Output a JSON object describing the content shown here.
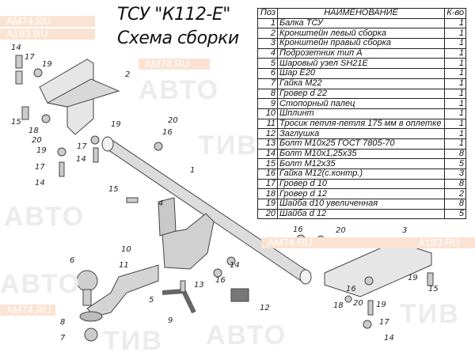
{
  "title_line1": "ТСУ \"К112-Е\"",
  "title_line2": "Схема сборки",
  "watermarks": {
    "brand_left": "АВТО",
    "brand_right": "ТИВ",
    "site1": "AM74.RU",
    "site2": "A193.RU"
  },
  "table": {
    "headers": [
      "Поз",
      "НАИМЕНОВАНИЕ",
      "К-во"
    ],
    "rows": [
      [
        "1",
        "Балка ТСУ",
        "1"
      ],
      [
        "2",
        "Кронштейн левый сборка",
        "1"
      ],
      [
        "3",
        "Кронштейн правый сборка",
        "1"
      ],
      [
        "4",
        "Подрозетник тип А",
        "1"
      ],
      [
        "5",
        "Шаровый узел SH21E",
        "1"
      ],
      [
        "6",
        "Шар Е20",
        "1"
      ],
      [
        "7",
        "Гайка М22",
        "1"
      ],
      [
        "8",
        "Гровер d 22",
        "1"
      ],
      [
        "9",
        "Стопорный палец",
        "1"
      ],
      [
        "10",
        "Шплинт",
        "1"
      ],
      [
        "11",
        "Тросик петля-петля 175 мм в оплетке",
        "1"
      ],
      [
        "12",
        "Заглушка",
        "1"
      ],
      [
        "13",
        "Болт М10х25 ГОСТ 7805-70",
        "1"
      ],
      [
        "14",
        "Болт М10х1,25х35",
        "8"
      ],
      [
        "15",
        "Болт М12х35",
        "5"
      ],
      [
        "16",
        "Гайка М12(с.контр.)",
        "3"
      ],
      [
        "17",
        "Гровер d 10",
        "8"
      ],
      [
        "18",
        "Гровер d 12",
        "2"
      ],
      [
        "19",
        "Шайба d10 увеличенная",
        "8"
      ],
      [
        "20",
        "Шайба d 12",
        "5"
      ]
    ]
  },
  "callouts": [
    "14",
    "17",
    "19",
    "2",
    "15",
    "18",
    "20",
    "19",
    "17",
    "14",
    "20",
    "16",
    "19",
    "17",
    "14",
    "1",
    "15",
    "4",
    "16",
    "20",
    "3",
    "10",
    "6",
    "11",
    "14",
    "16",
    "13",
    "5",
    "8",
    "7",
    "9",
    "12",
    "19",
    "16",
    "18",
    "20",
    "15",
    "19",
    "17",
    "14"
  ]
}
